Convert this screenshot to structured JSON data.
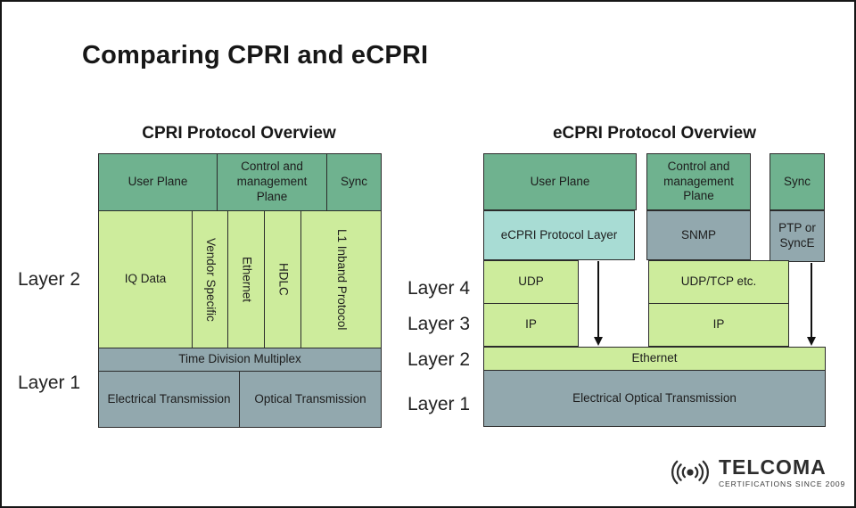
{
  "page": {
    "title": "Comparing CPRI and eCPRI"
  },
  "cpri": {
    "heading": "CPRI Protocol Overview",
    "top_row": [
      "User Plane",
      "Control and management Plane",
      "Sync"
    ],
    "layer2_row": [
      "IQ Data",
      "Vendor Specific",
      "Ethernet",
      "HDLC",
      "L1 Inband Protocol"
    ],
    "tdm_label": "Time Division Multiplex",
    "layer1_row": [
      "Electrical Transmission",
      "Optical Transmission"
    ],
    "side_labels": [
      "Layer 2",
      "Layer 1"
    ]
  },
  "ecpri": {
    "heading": "eCPRI Protocol Overview",
    "top_row": [
      "User Plane",
      "Control and management Plane",
      "Sync"
    ],
    "protocol_row": [
      "eCPRI Protocol Layer",
      "SNMP",
      "PTP or SyncE"
    ],
    "layer4_row": [
      "UDP",
      "UDP/TCP etc."
    ],
    "layer3_row": [
      "IP",
      "IP"
    ],
    "layer2_label": "Ethernet",
    "layer1_label": "Electrical Optical Transmission",
    "side_labels": [
      "Layer 4",
      "Layer 3",
      "Layer 2",
      "Layer 1"
    ]
  },
  "logo": {
    "name": "TELCOMA",
    "tagline": "CERTIFICATIONS SINCE 2009"
  },
  "colors": {
    "green": "#6fb28f",
    "light_green": "#cdec9c",
    "gray_blue": "#92a8ae",
    "teal": "#a8dcd4",
    "line": "#2b2b2b",
    "text": "#1d1d1d",
    "arrow": "#111111"
  }
}
